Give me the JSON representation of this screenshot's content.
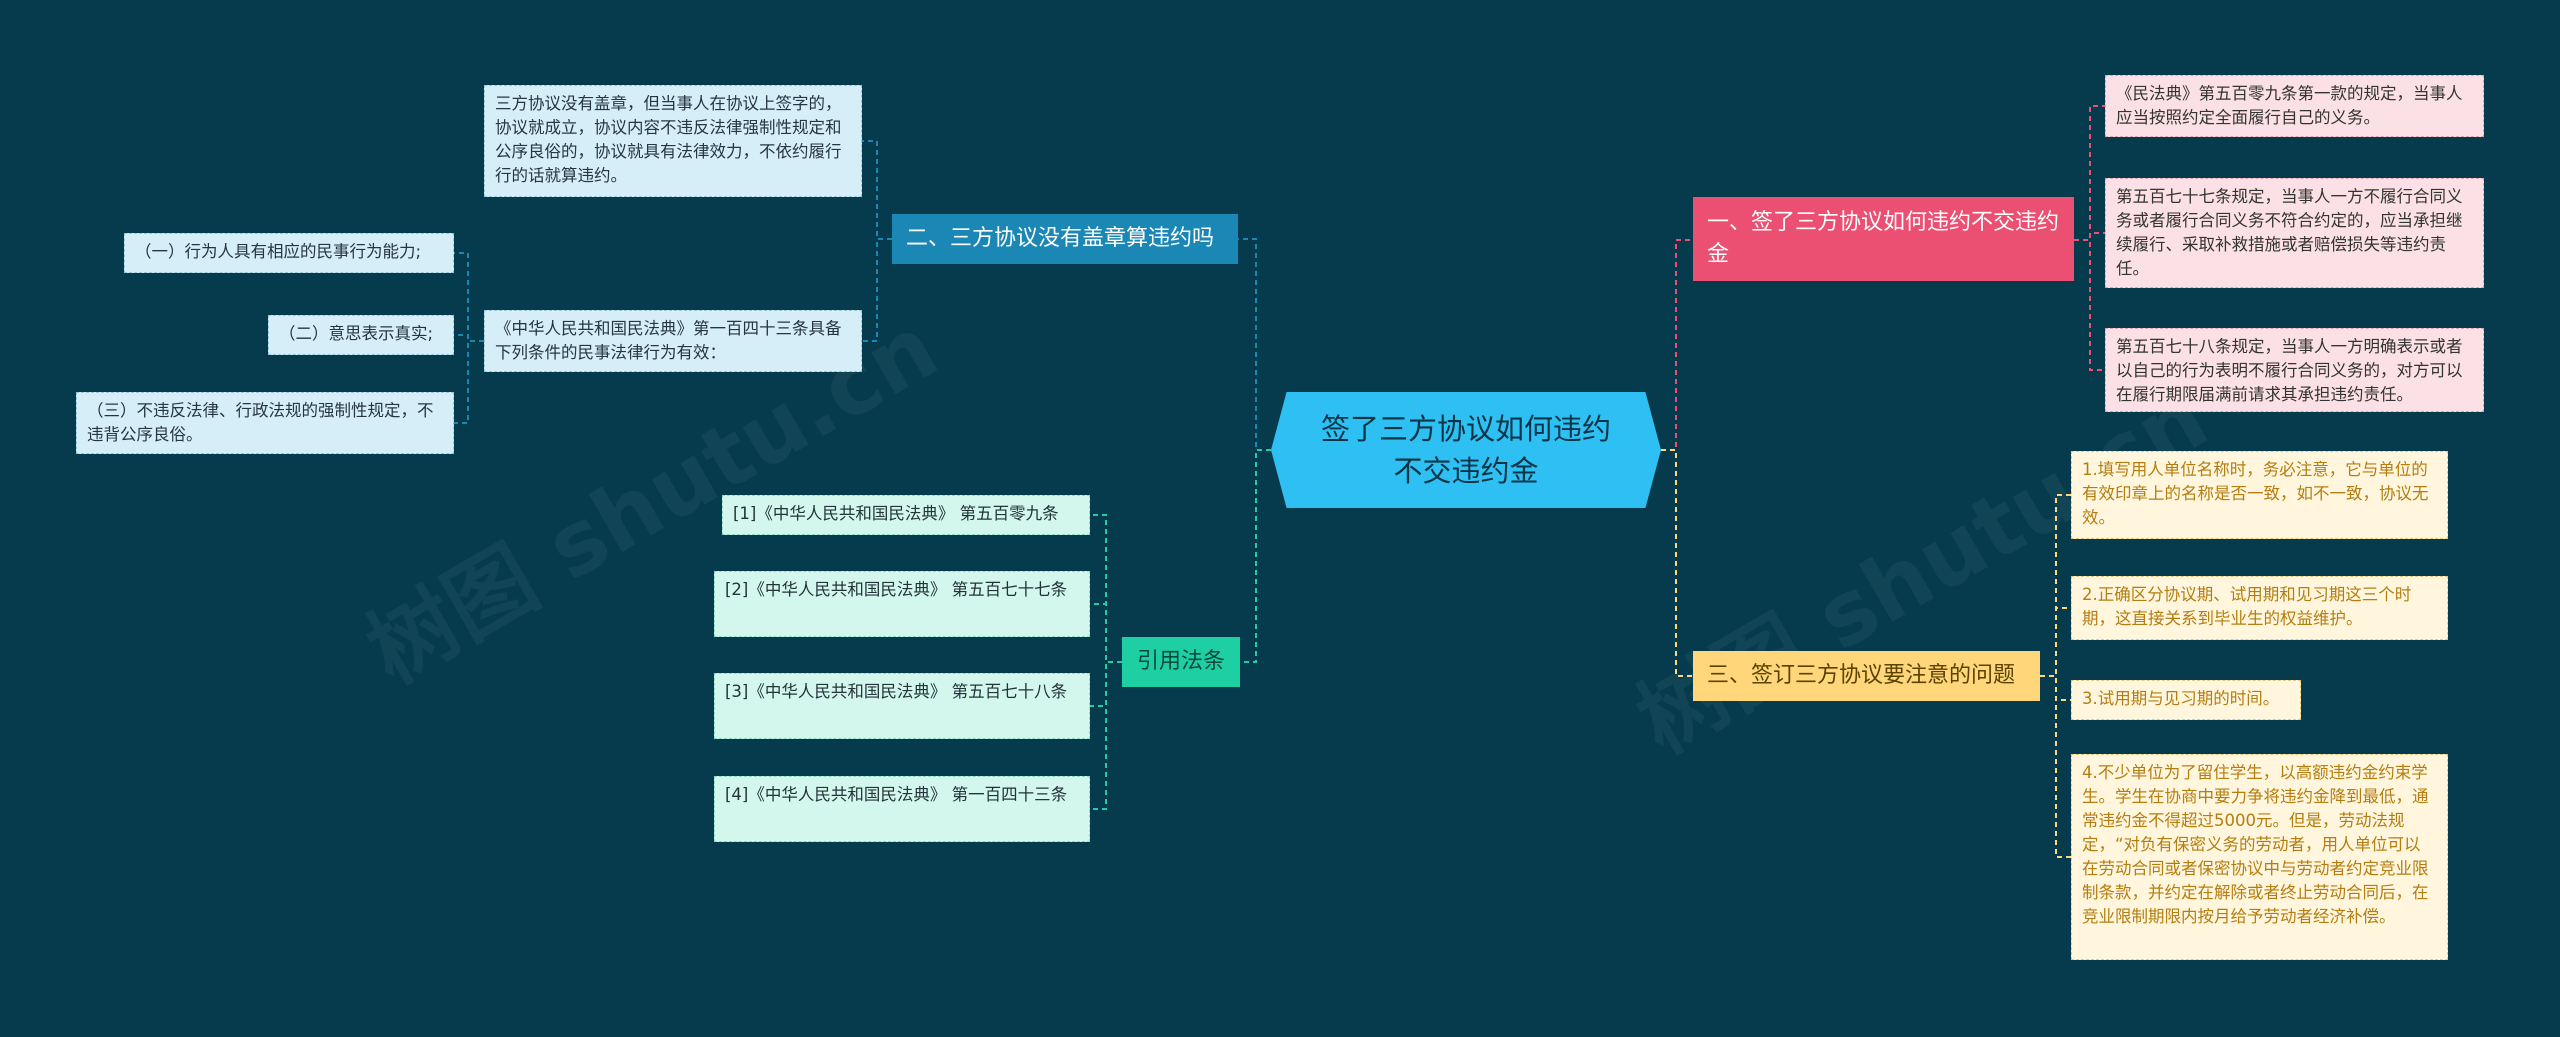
{
  "colors": {
    "background": "#053b4c",
    "root": "#2ec0f2",
    "branch_red": "#eb4f72",
    "branch_yellow": "#ffd67a",
    "branch_blue": "#1a87b5",
    "branch_green": "#1ecfa3"
  },
  "root": {
    "text": "签了三方协议如何违约不交违约金"
  },
  "branches": {
    "red": {
      "label": "一、签了三方协议如何违约不交违约金",
      "leaves": [
        "《民法典》第五百零九条第一款的规定，当事人应当按照约定全面履行自己的义务。",
        "第五百七十七条规定，当事人一方不履行合同义务或者履行合同义务不符合约定的，应当承担继续履行、采取补救措施或者赔偿损失等违约责任。",
        "第五百七十八条规定，当事人一方明确表示或者以自己的行为表明不履行合同义务的，对方可以在履行期限届满前请求其承担违约责任。"
      ]
    },
    "yellow": {
      "label": "三、签订三方协议要注意的问题",
      "leaves": [
        "1.填写用人单位名称时，务必注意，它与单位的有效印章上的名称是否一致，如不一致，协议无效。",
        "2.正确区分协议期、试用期和见习期这三个时期，这直接关系到毕业生的权益维护。",
        "3.试用期与见习期的时间。",
        "4.不少单位为了留住学生，以高额违约金约束学生。学生在协商中要力争将违约金降到最低，通常违约金不得超过5000元。但是，劳动法规定，“对负有保密义务的劳动者，用人单位可以在劳动合同或者保密协议中与劳动者约定竞业限制条款，并约定在解除或者终止劳动合同后，在竞业限制期限内按月给予劳动者经济补偿。"
      ]
    },
    "blue": {
      "label": "二、三方协议没有盖章算违约吗",
      "leaves": [
        "三方协议没有盖章，但当事人在协议上签字的，协议就成立，协议内容不违反法律强制性规定和公序良俗的，协议就具有法律效力，不依约履行行的话就算违约。",
        "《中华人民共和国民法典》第一百四十三条具备下列条件的民事法律行为有效："
      ],
      "sub_leaves": [
        "（一）行为人具有相应的民事行为能力;",
        "（二）意思表示真实;",
        "（三）不违反法律、行政法规的强制性规定，不违背公序良俗。"
      ]
    },
    "green": {
      "label": "引用法条",
      "leaves": [
        "[1]《中华人民共和国民法典》 第五百零九条",
        "[2]《中华人民共和国民法典》 第五百七十七条",
        "[3]《中华人民共和国民法典》 第五百七十八条",
        "[4]《中华人民共和国民法典》 第一百四十三条"
      ]
    }
  },
  "watermarks": [
    "树图 shutu.cn",
    "树图 shutu.cn"
  ]
}
